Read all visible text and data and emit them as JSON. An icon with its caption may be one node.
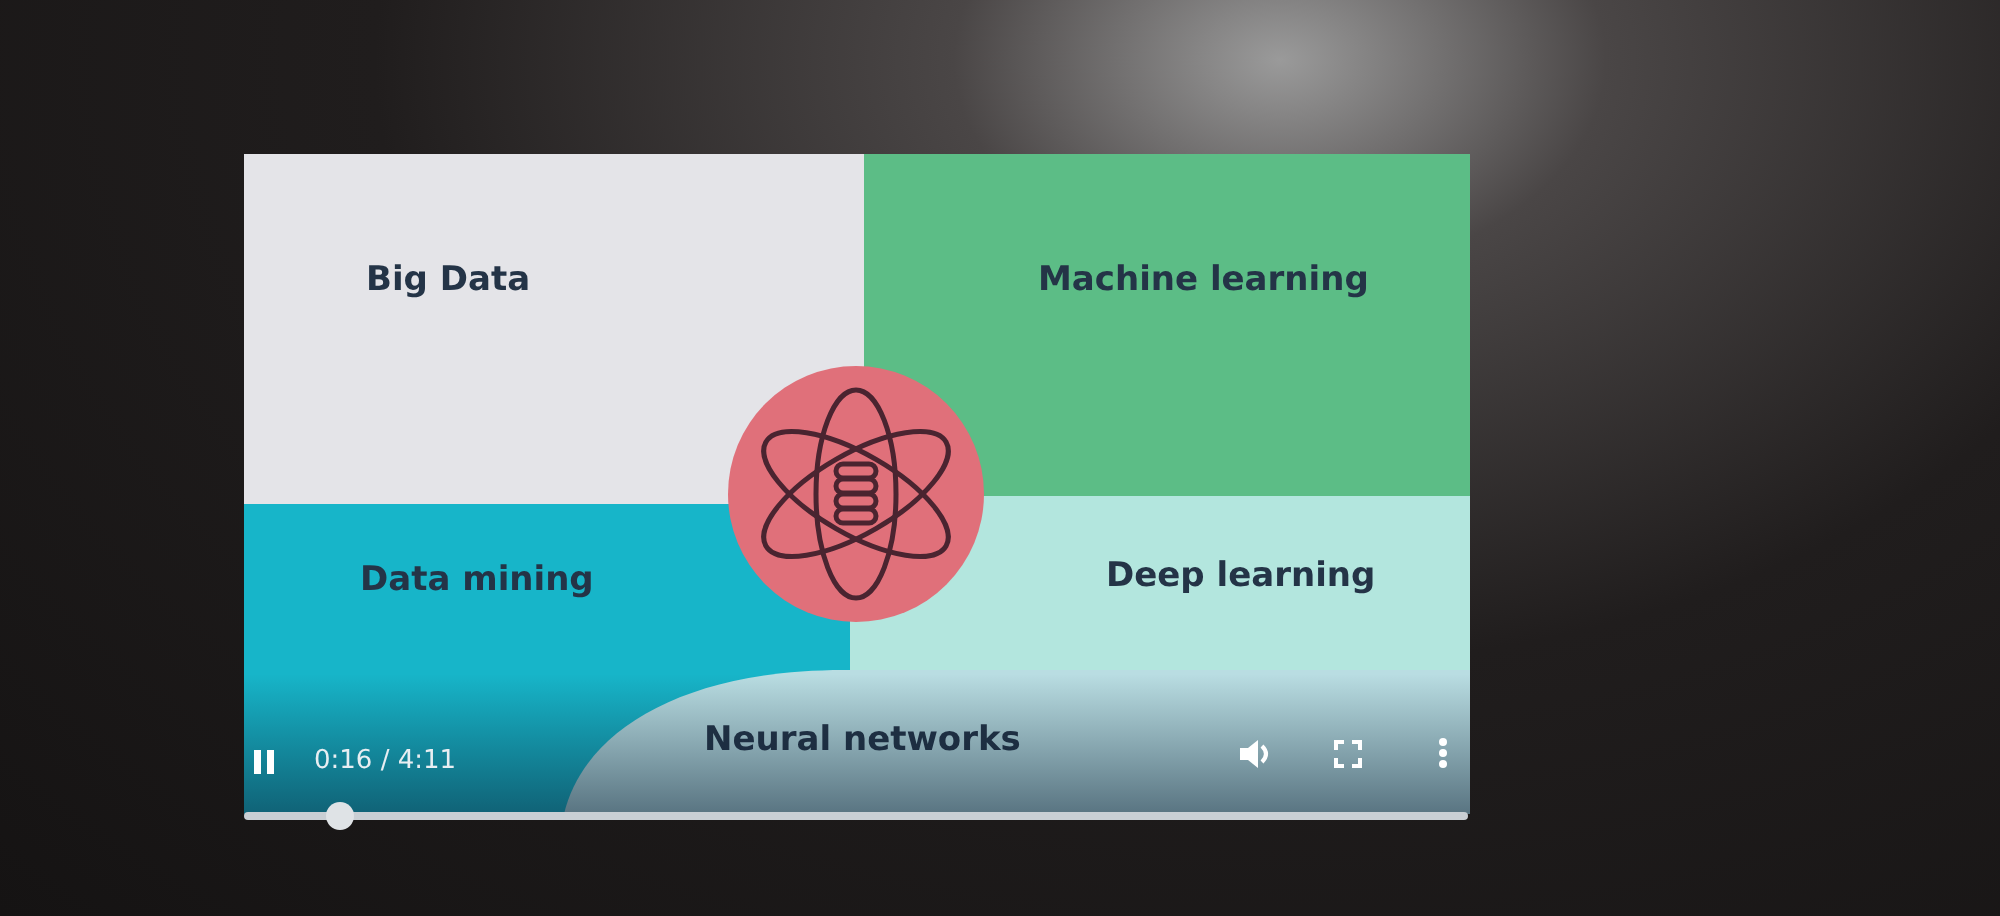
{
  "diagram": {
    "nodes": [
      {
        "text": [
          "Big Data"
        ]
      },
      {
        "text": [
          "Machine learning"
        ]
      },
      {
        "text": [
          "Data mining"
        ]
      },
      {
        "text": [
          "Deep learning"
        ]
      },
      {
        "text": [
          "Neural networks"
        ]
      },
      {
        "text": [],
        "shape": "circle"
      }
    ],
    "edges": [],
    "labels": [
      "0:16 / 4:11"
    ]
  }
}
